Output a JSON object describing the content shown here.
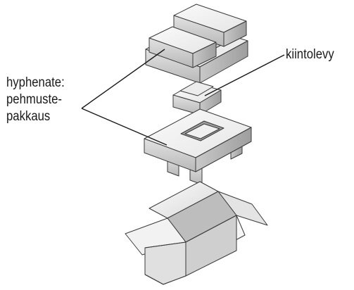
{
  "labels": {
    "cushion": {
      "line1": "hyphenate:",
      "line2": "pehmuste-",
      "line3": "pakkaus"
    },
    "drive": "kiintolevy"
  },
  "colors": {
    "foam_top": "#f4f4f4",
    "foam_front": "#d8d8d8",
    "foam_side": "#bcbcbc",
    "foam_shadow": "#9a9a9a",
    "outline": "#3a3a3a",
    "box_light": "#f7f7f7",
    "box_mid": "#e2e2e2",
    "box_dark": "#c4c4c4",
    "text": "#1a1a1a"
  }
}
